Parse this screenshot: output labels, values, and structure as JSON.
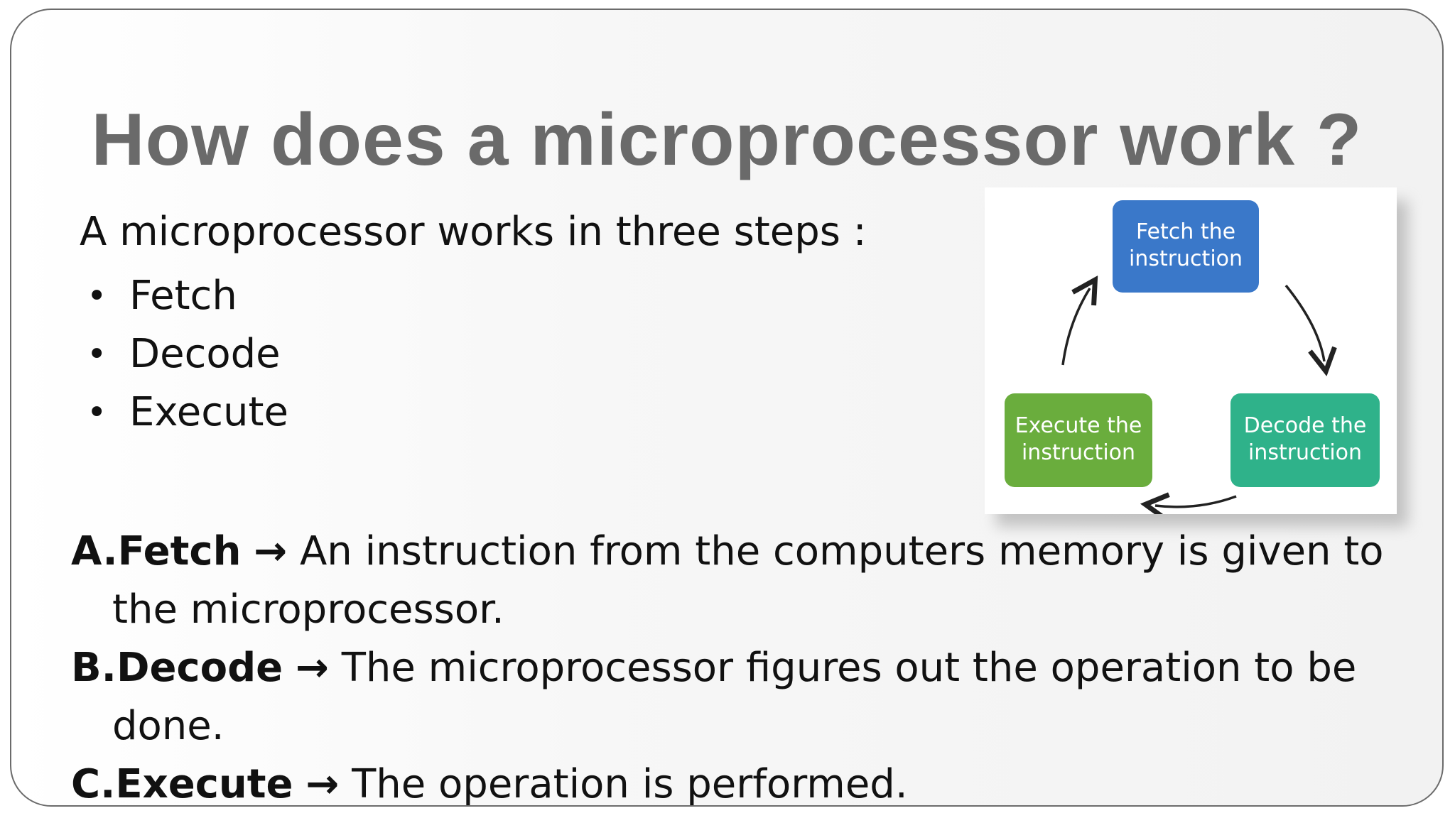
{
  "title": "How does a microprocessor work ?",
  "intro": "A microprocessor works in three steps :",
  "steps": [
    "Fetch",
    "Decode",
    "Execute"
  ],
  "bullet": "•",
  "diagram": {
    "nodes": {
      "fetch": {
        "line1": "Fetch the",
        "line2": "instruction",
        "color": "#3a78c9"
      },
      "decode": {
        "line1": "Decode the",
        "line2": "instruction",
        "color": "#2fb28a"
      },
      "execute": {
        "line1": "Execute the",
        "line2": "instruction",
        "color": "#6aad3d"
      }
    }
  },
  "definitions": [
    {
      "key": "A.Fetch",
      "arrow": "→",
      "text1": " An instruction from the computers memory is given to",
      "text2": "the microprocessor."
    },
    {
      "key": "B.Decode",
      "arrow": "→",
      "text1": " The microprocessor figures out the operation to be",
      "text2": "done."
    },
    {
      "key": "C.Execute",
      "arrow": "→",
      "text1": " The operation is performed.",
      "text2": ""
    }
  ]
}
